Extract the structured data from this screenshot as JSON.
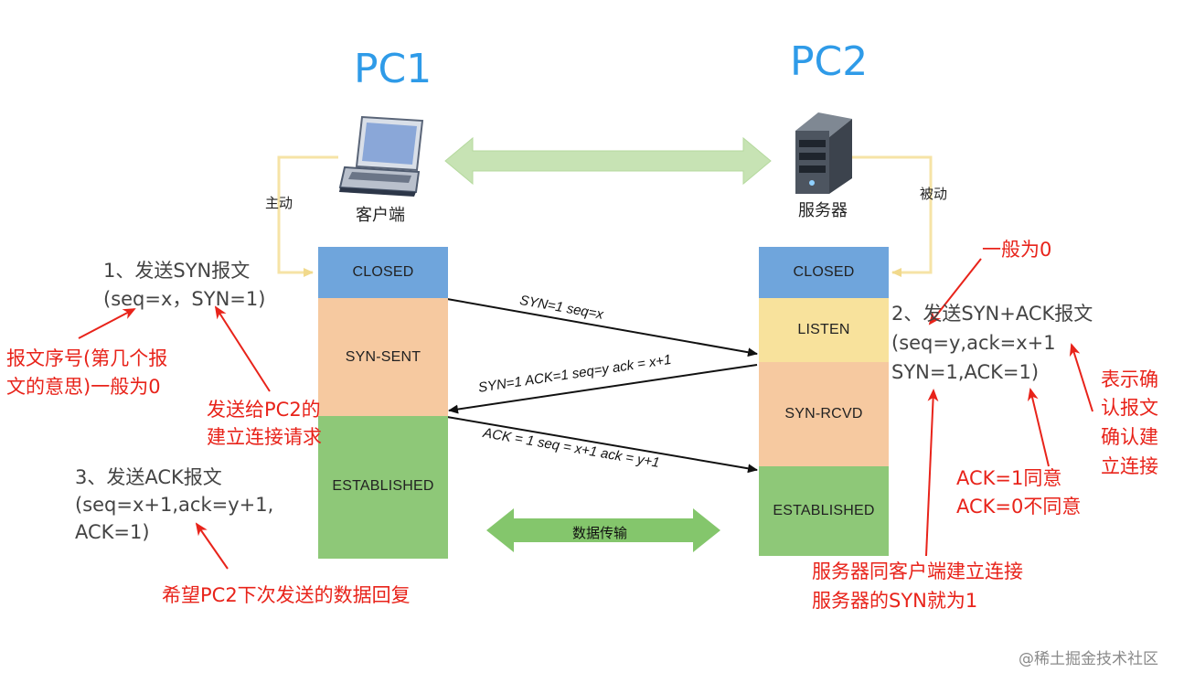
{
  "pc1": {
    "title": "PC1",
    "device_label": "客户端",
    "mode_label": "主动",
    "device_icon": "laptop-icon"
  },
  "pc2": {
    "title": "PC2",
    "device_label": "服务器",
    "mode_label": "被动",
    "device_icon": "server-icon"
  },
  "client_states": [
    {
      "label": "CLOSED",
      "color": "#6fa5dc"
    },
    {
      "label": "SYN-SENT",
      "color": "#f6c9a0"
    },
    {
      "label": "ESTABLISHED",
      "color": "#8ec878"
    }
  ],
  "server_states": [
    {
      "label": "CLOSED",
      "color": "#6fa5dc"
    },
    {
      "label": "LISTEN",
      "color": "#f8e29c"
    },
    {
      "label": "SYN-RCVD",
      "color": "#f6c9a0"
    },
    {
      "label": "ESTABLISHED",
      "color": "#8ec878"
    }
  ],
  "messages": {
    "m1": "SYN=1  seq=x",
    "m2": "SYN=1 ACK=1 seq=y ack = x+1",
    "m3": "ACK = 1 seq = x+1 ack = y+1"
  },
  "data_transfer_label": "数据传输",
  "steps": {
    "step1_line1": "1、发送SYN报文",
    "step1_line2": "(seq=x，SYN=1)",
    "step2_line1": "2、发送SYN+ACK报文",
    "step2_line2": "(seq=y,ack=x+1",
    "step2_line3": "SYN=1,ACK=1)",
    "step3_line1": "3、发送ACK报文",
    "step3_line2": "(seq=x+1,ack=y+1,",
    "step3_line3": "ACK=1)"
  },
  "annotations": {
    "seq_note_line1": "报文序号(第几个报",
    "seq_note_line2": "文的意思)一般为0",
    "syn_note_line1": "发送给PC2的",
    "syn_note_line2": "建立连接请求",
    "generally_zero": "一般为0",
    "ack_confirm_line1": "表示确",
    "ack_confirm_line2": "认报文",
    "ack_confirm_line3": "确认建",
    "ack_confirm_line4": "立连接",
    "ack_agree_line1": "ACK=1同意",
    "ack_agree_line2": "ACK=0不同意",
    "server_syn_line1": "服务器同客户端建立连接",
    "server_syn_line2": "服务器的SYN就为1",
    "reply_hope": "希望PC2下次发送的数据回复"
  },
  "watermark": "@稀土掘金技术社区",
  "colors": {
    "title_blue": "#2f9be8",
    "annotation_red": "#e8231a",
    "double_arrow_green": "#c7e3b4",
    "side_line_yellow": "#f6e3a6"
  }
}
